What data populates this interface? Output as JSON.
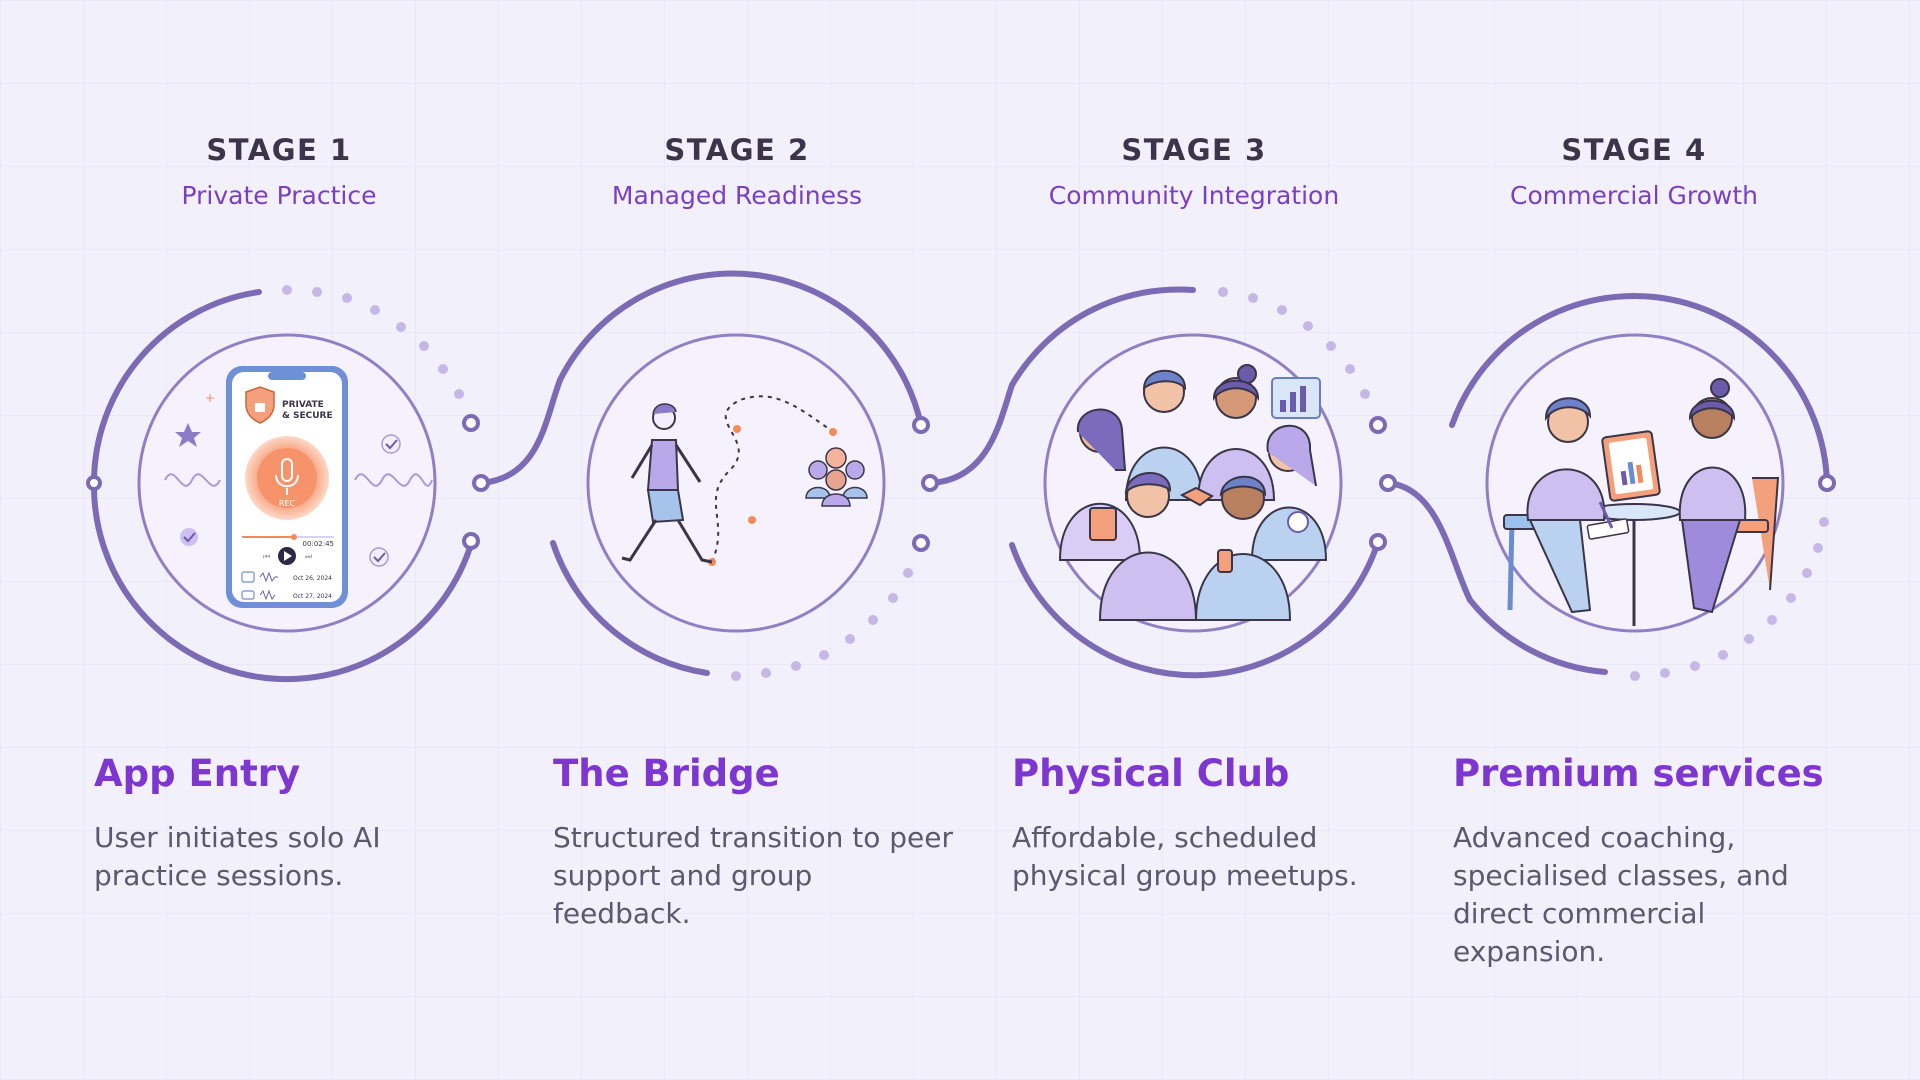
{
  "stages": [
    {
      "label": "STAGE 1",
      "subtitle": "Private Practice",
      "title": "App Entry",
      "description": "User initiates solo AI practice sessions."
    },
    {
      "label": "STAGE 2",
      "subtitle": "Managed Readiness",
      "title": "The Bridge",
      "description": "Structured transition to peer support and group feedback."
    },
    {
      "label": "STAGE 3",
      "subtitle": "Community Integration",
      "title": "Physical Club",
      "description": "Affordable, scheduled physical group meetups."
    },
    {
      "label": "STAGE 4",
      "subtitle": "Commercial Growth",
      "title": "Premium services",
      "description": "Advanced coaching, specialised classes, and direct commercial expansion."
    }
  ],
  "phone": {
    "badge_line1": "PRIVATE",
    "badge_line2": "& SECURE",
    "rec": "REC",
    "time": "00:02:45",
    "date1": "Oct 26, 2024",
    "date2": "Oct 27, 2024"
  },
  "icons": {
    "stage1": "smartphone-recording-icon",
    "stage2": "walking-person-to-group-icon",
    "stage3": "community-group-icon",
    "stage4": "coaching-session-icon"
  },
  "colors": {
    "accent": "#7d36d0",
    "ring": "#7b6bb5",
    "illustration_fill": "#cdbff0",
    "highlight": "#f48a5a",
    "background": "#f2f0fb"
  }
}
